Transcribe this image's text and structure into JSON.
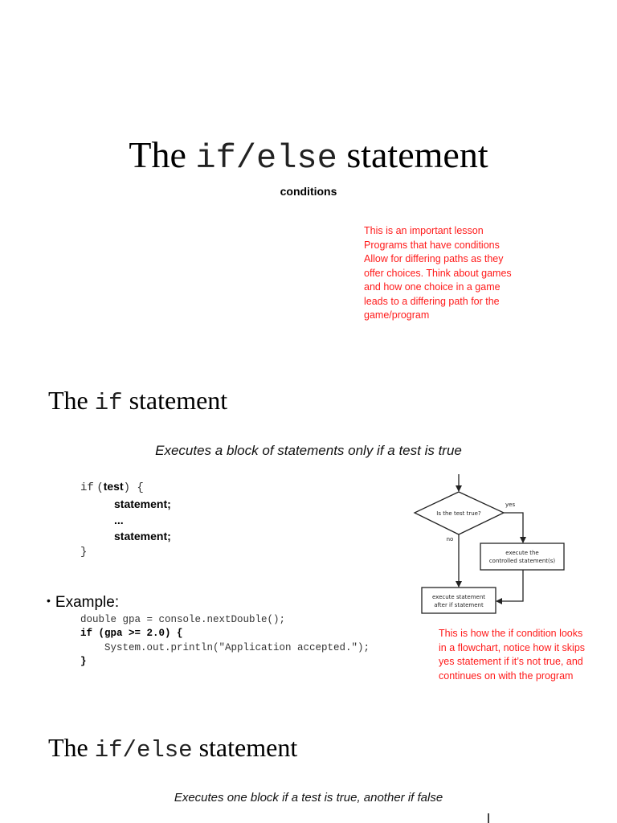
{
  "slide1": {
    "title_prefix": "The",
    "title_code": "if/else",
    "title_suffix": "statement",
    "subtitle": "conditions",
    "note_lines": [
      "This is an important lesson",
      "Programs that have conditions",
      "Allow for differing paths as they",
      "offer choices. Think about games",
      "and how one choice in a game",
      "leads to a differing path for the",
      "game/program"
    ]
  },
  "slide2": {
    "title_prefix": "The",
    "title_code": "if",
    "title_suffix": "statement",
    "description": "Executes a block of statements only if a test is true",
    "syntax": {
      "line1_kw": "if",
      "line1_open": "(",
      "line1_test": "test",
      "line1_close": ")  {",
      "line2": "statement;",
      "line3": "...",
      "line4": "statement;",
      "line5": "}"
    },
    "example_label": "Example:",
    "example_bullet": "•",
    "example_code": [
      "double gpa = console.nextDouble();",
      "if (gpa >= 2.0) {",
      "    System.out.println(\"Application accepted.\");",
      "}"
    ],
    "flowchart": {
      "decision": "Is the test true?",
      "yes_label": "yes",
      "no_label": "no",
      "controlled_box_line1": "execute the",
      "controlled_box_line2": "controlled statement(s)",
      "after_box_line1": "execute statement",
      "after_box_line2": "after if statement"
    },
    "note_lines": [
      "This is how the if condition looks",
      "in a flowchart, notice how it skips",
      "yes statement if it’s not true,  and",
      "continues on with the program"
    ]
  },
  "slide3": {
    "title_prefix": "The",
    "title_code": "if/else",
    "title_suffix": "statement",
    "description": "Executes one block if a test is true, another if false"
  },
  "colors": {
    "note_red": "#ff1a1a",
    "text": "#000000",
    "background": "#ffffff"
  }
}
